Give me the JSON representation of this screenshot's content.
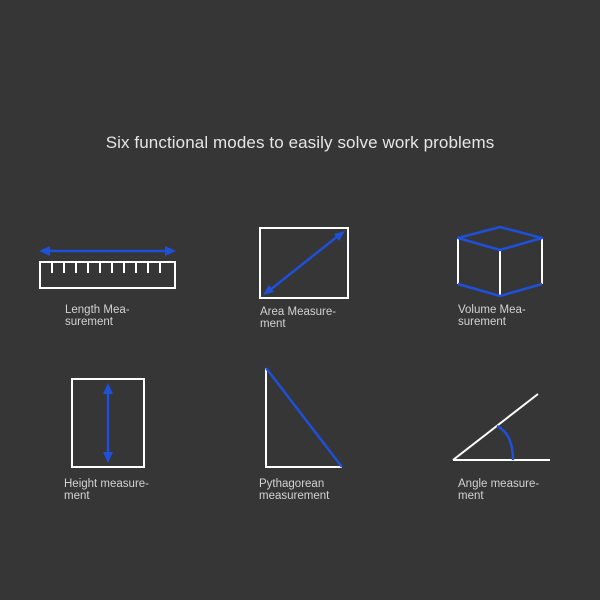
{
  "headline": "Six functional modes to easily solve work problems",
  "colors": {
    "background": "#363636",
    "line": "#ffffff",
    "accent": "#1e50d8"
  },
  "modes": [
    {
      "icon": "ruler-icon",
      "label_line1": "Length Mea-",
      "label_line2": "surement"
    },
    {
      "icon": "area-diagonal-icon",
      "label_line1": "Area Measure-",
      "label_line2": "ment"
    },
    {
      "icon": "cube-icon",
      "label_line1": "Volume Mea-",
      "label_line2": "surement"
    },
    {
      "icon": "height-arrow-icon",
      "label_line1": "Height measure-",
      "label_line2": "ment"
    },
    {
      "icon": "right-triangle-icon",
      "label_line1": "Pythagorean",
      "label_line2": "measurement"
    },
    {
      "icon": "angle-icon",
      "label_line1": "Angle measure-",
      "label_line2": "ment"
    }
  ]
}
